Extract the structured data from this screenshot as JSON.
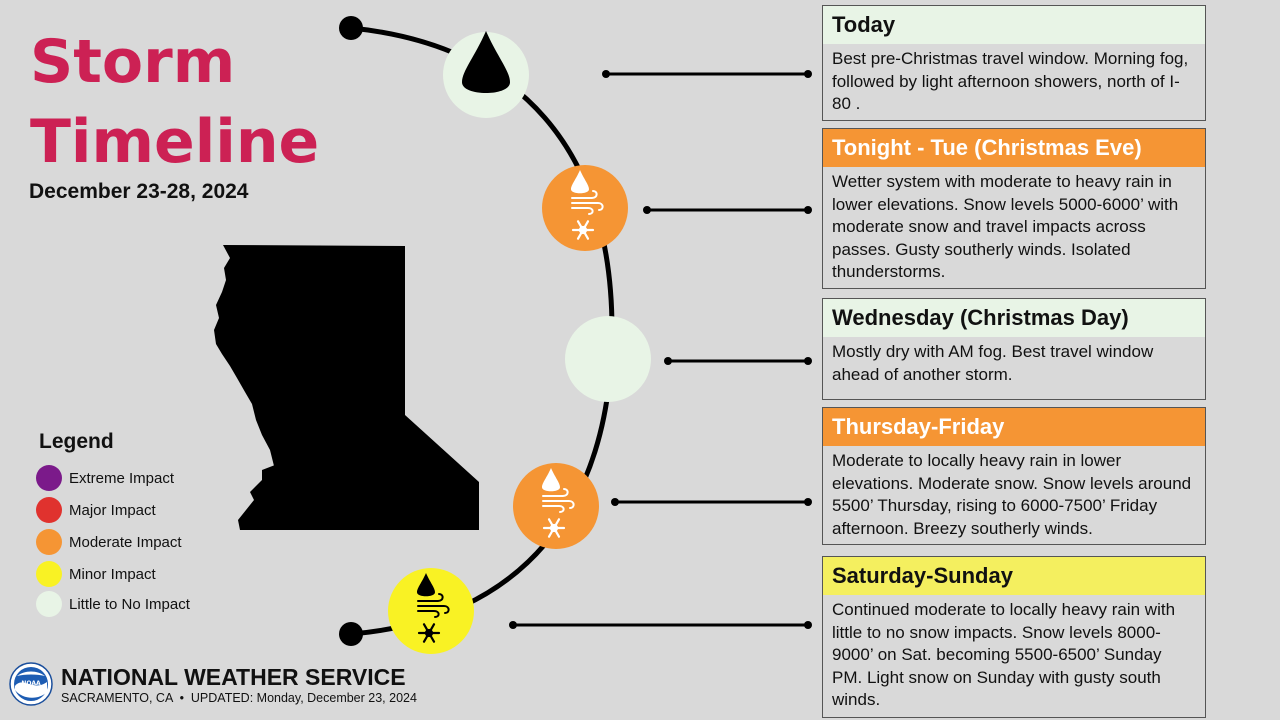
{
  "title_lines": [
    "Storm",
    "Timeline"
  ],
  "date_range": "December 23-28, 2024",
  "colors": {
    "title": "#cc2154",
    "extreme": "#7b1a8a",
    "major": "#e0322e",
    "moderate": "#f59534",
    "minor": "#f9f224",
    "none": "#e8f4e6",
    "minor_header": "#f4ef5f"
  },
  "periods": [
    {
      "heading": "Today",
      "impact": "none",
      "icons": [
        "raindrop-icon"
      ],
      "text": "Best pre-Christmas travel window. Morning fog, followed by light afternoon showers, north of I-80 ."
    },
    {
      "heading": "Tonight - Tue (Christmas Eve)",
      "impact": "moderate",
      "icons": [
        "raindrop-icon",
        "wind-icon",
        "snowflake-icon"
      ],
      "text": "Wetter system with moderate to heavy rain in lower elevations. Snow levels 5000-6000’ with moderate snow and travel impacts across passes. Gusty southerly winds. Isolated thunderstorms."
    },
    {
      "heading": "Wednesday (Christmas Day)",
      "impact": "none",
      "icons": [],
      "text": "Mostly dry with AM fog. Best travel window ahead of another storm."
    },
    {
      "heading": "Thursday-Friday",
      "impact": "moderate",
      "icons": [
        "raindrop-icon",
        "wind-icon",
        "snowflake-icon"
      ],
      "text": "Moderate to locally heavy rain in lower elevations. Moderate snow. Snow levels around 5500’ Thursday, rising to 6000-7500’ Friday afternoon. Breezy southerly winds."
    },
    {
      "heading": "Saturday-Sunday",
      "impact": "minor",
      "icons": [
        "raindrop-icon",
        "wind-icon",
        "snowflake-icon"
      ],
      "text": "Continued moderate to locally heavy rain with little to no snow impacts. Snow levels 8000-9000’ on Sat. becoming 5500-6500’ Sunday PM. Light snow on Sunday with gusty south winds."
    }
  ],
  "legend": {
    "title": "Legend",
    "items": [
      {
        "label": "Extreme Impact",
        "impact": "extreme"
      },
      {
        "label": "Major Impact",
        "impact": "major"
      },
      {
        "label": "Moderate Impact",
        "impact": "moderate"
      },
      {
        "label": "Minor Impact",
        "impact": "minor"
      },
      {
        "label": "Little to No Impact",
        "impact": "none"
      }
    ]
  },
  "footer": {
    "logo_text": "NOAA",
    "agency": "NATIONAL WEATHER SERVICE",
    "office": "SACRAMENTO, CA",
    "separator": "•",
    "updated": "UPDATED: Monday, December 23, 2024"
  }
}
